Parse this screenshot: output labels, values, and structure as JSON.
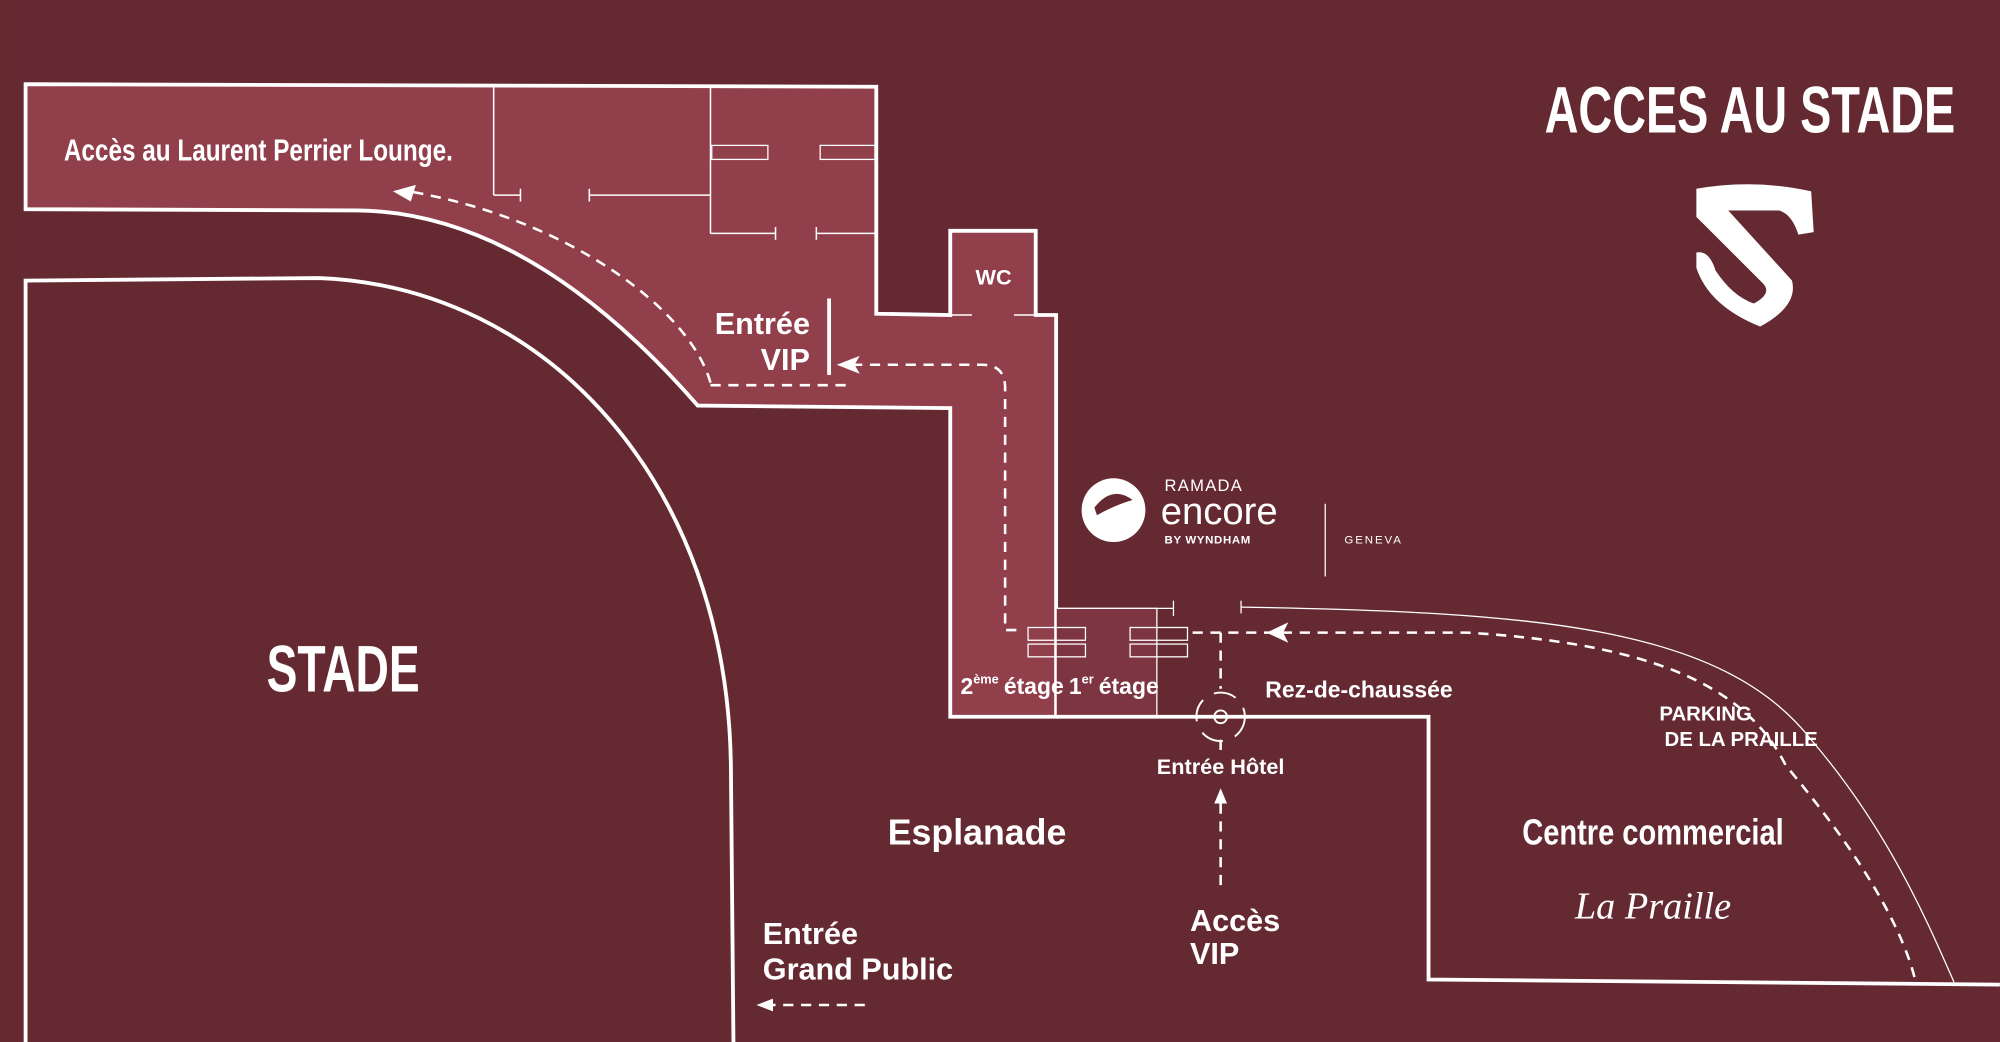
{
  "title": "ACCES AU STADE",
  "colors": {
    "background": "#652a31",
    "vip_zone": "#923f4c",
    "first_floor": "#7d3541",
    "lines": "#ffffff"
  },
  "labels": {
    "lounge": "Accès au Laurent Perrier Lounge.",
    "wc": "WC",
    "entree_vip_1": "Entrée",
    "entree_vip_2": "VIP",
    "stade": "STADE",
    "deuxieme_num": "2",
    "deuxieme_sup": "ème",
    "deuxieme_txt": "étage",
    "premier_num": "1",
    "premier_sup": "er",
    "premier_txt": "étage",
    "rdc": "Rez-de-chaussée",
    "entree_hotel": "Entrée Hôtel",
    "parking_1": "PARKING",
    "parking_2": "DE LA PRAILLE",
    "esplanade": "Esplanade",
    "centre": "Centre commercial",
    "la_praille": "La Praille",
    "acces_vip_1": "Accès",
    "acces_vip_2": "VIP",
    "grand_public_1": "Entrée",
    "grand_public_2": "Grand Public"
  },
  "hotel_logo": {
    "brand": "RAMADA",
    "name": "encore",
    "by": "BY WYNDHAM",
    "city": "GENEVA"
  }
}
